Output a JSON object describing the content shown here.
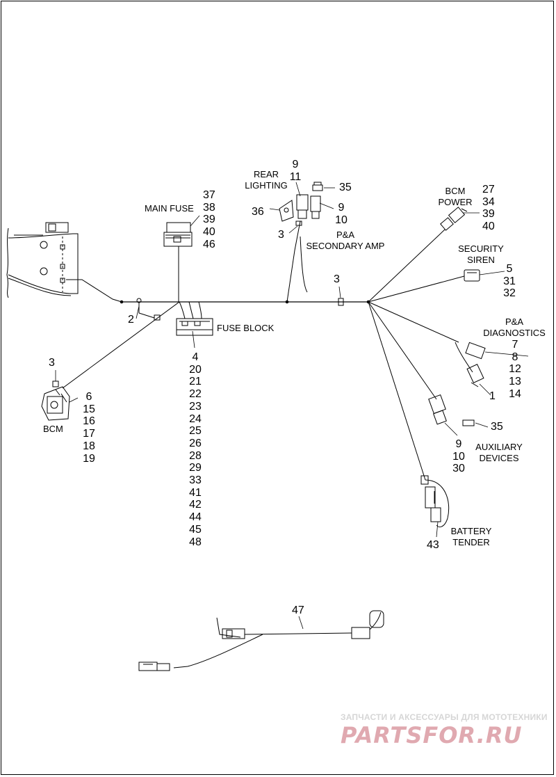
{
  "labels": {
    "main_fuse": "MAIN FUSE",
    "fuse_block": "FUSE BLOCK",
    "rear_lighting": [
      "REAR",
      "LIGHTING"
    ],
    "pa_secondary_amp": [
      "P&A",
      "SECONDARY AMP"
    ],
    "bcm_power": [
      "BCM",
      "POWER"
    ],
    "security_siren": [
      "SECURITY",
      "SIREN"
    ],
    "pa_diagnostics": [
      "P&A",
      "DIAGNOSTICS"
    ],
    "auxiliary_devices": [
      "AUXILIARY",
      "DEVICES"
    ],
    "battery_tender": [
      "BATTERY",
      "TENDER"
    ],
    "bcm": "BCM"
  },
  "callouts": {
    "main_fuse": [
      "37",
      "38",
      "39",
      "40",
      "46"
    ],
    "fuse_block": [
      "4",
      "20",
      "21",
      "22",
      "23",
      "24",
      "25",
      "26",
      "28",
      "29",
      "33",
      "41",
      "42",
      "44",
      "45",
      "48"
    ],
    "rear_lighting_top": [
      "9",
      "11"
    ],
    "pa_amp_right": [
      "9",
      "10"
    ],
    "plug_35_top": "35",
    "bracket_36": "36",
    "pa_amp_left": "3",
    "harness_3": "3",
    "bcm_power": [
      "27",
      "34",
      "39",
      "40"
    ],
    "security_siren": [
      "5",
      "31",
      "32"
    ],
    "pa_diagnostics": [
      "7",
      "8",
      "12",
      "13",
      "14"
    ],
    "pa_diag_1": "1",
    "plug_35_mid": "35",
    "auxiliary": [
      "9",
      "10",
      "30"
    ],
    "battery_tender": "43",
    "bcm_3": "3",
    "bcm": [
      "6",
      "15",
      "16",
      "17",
      "18",
      "19"
    ],
    "clip_2": "2",
    "cable_47": "47"
  },
  "watermark": {
    "tagline": "ЗАПЧАСТИ И АКСЕССУАРЫ ДЛЯ МОТОТЕХНИКИ",
    "logo": "PARTSFOR.RU"
  }
}
